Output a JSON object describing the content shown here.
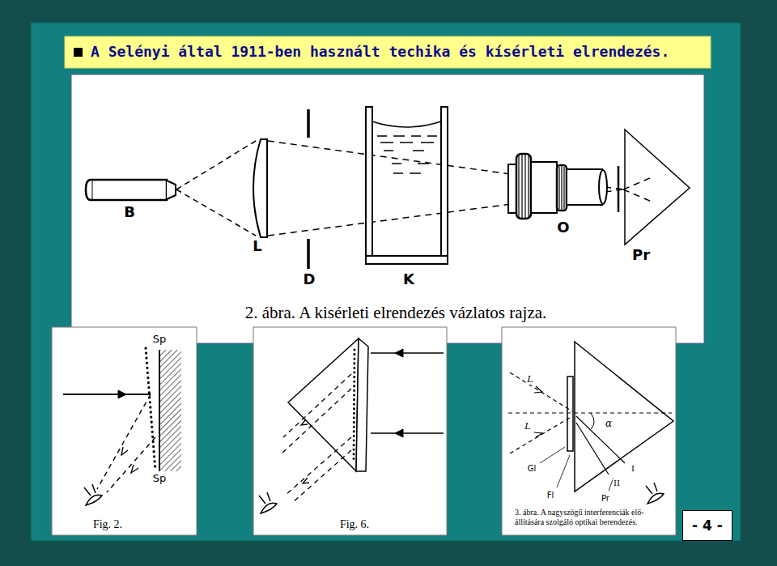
{
  "diagram": {
    "title": "A Selényi által 1911-ben használt techika és kísérleti elrendezés.",
    "nodes": [
      {
        "text": [
          "- 4 -"
        ]
      }
    ],
    "labels": [
      "B",
      "L",
      "D",
      "K",
      "O",
      "Pr",
      "2. ábra. A kisérleti elrendezés vázlatos rajza.",
      "Sp",
      "Sp",
      "Fig. 2.",
      "Fig. 6.",
      "L",
      "L",
      "α",
      "Gl",
      "Fl",
      "Pr",
      "I",
      "II",
      "3. ábra. A nagyszögű interferenciák elő- állítására szolgáló optikai berendezés."
    ]
  }
}
